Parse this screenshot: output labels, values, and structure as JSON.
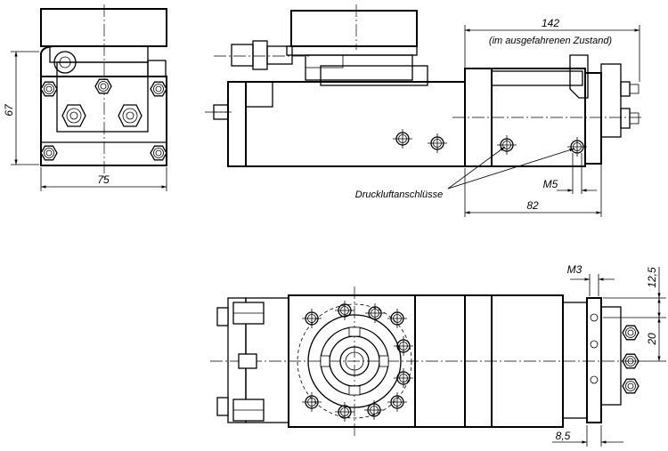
{
  "dimensions": {
    "height_front": "67",
    "width_front": "75",
    "stroke_total": "142",
    "stroke_note": "(im ausgefahrenen Zustand)",
    "port_thread": "M5",
    "length_body": "82",
    "bottom_thread": "M3",
    "offset_top": "12,5",
    "pitch": "20",
    "offset_bottom": "8,5"
  },
  "labels": {
    "air_ports": "Druckluftanschlüsse"
  }
}
